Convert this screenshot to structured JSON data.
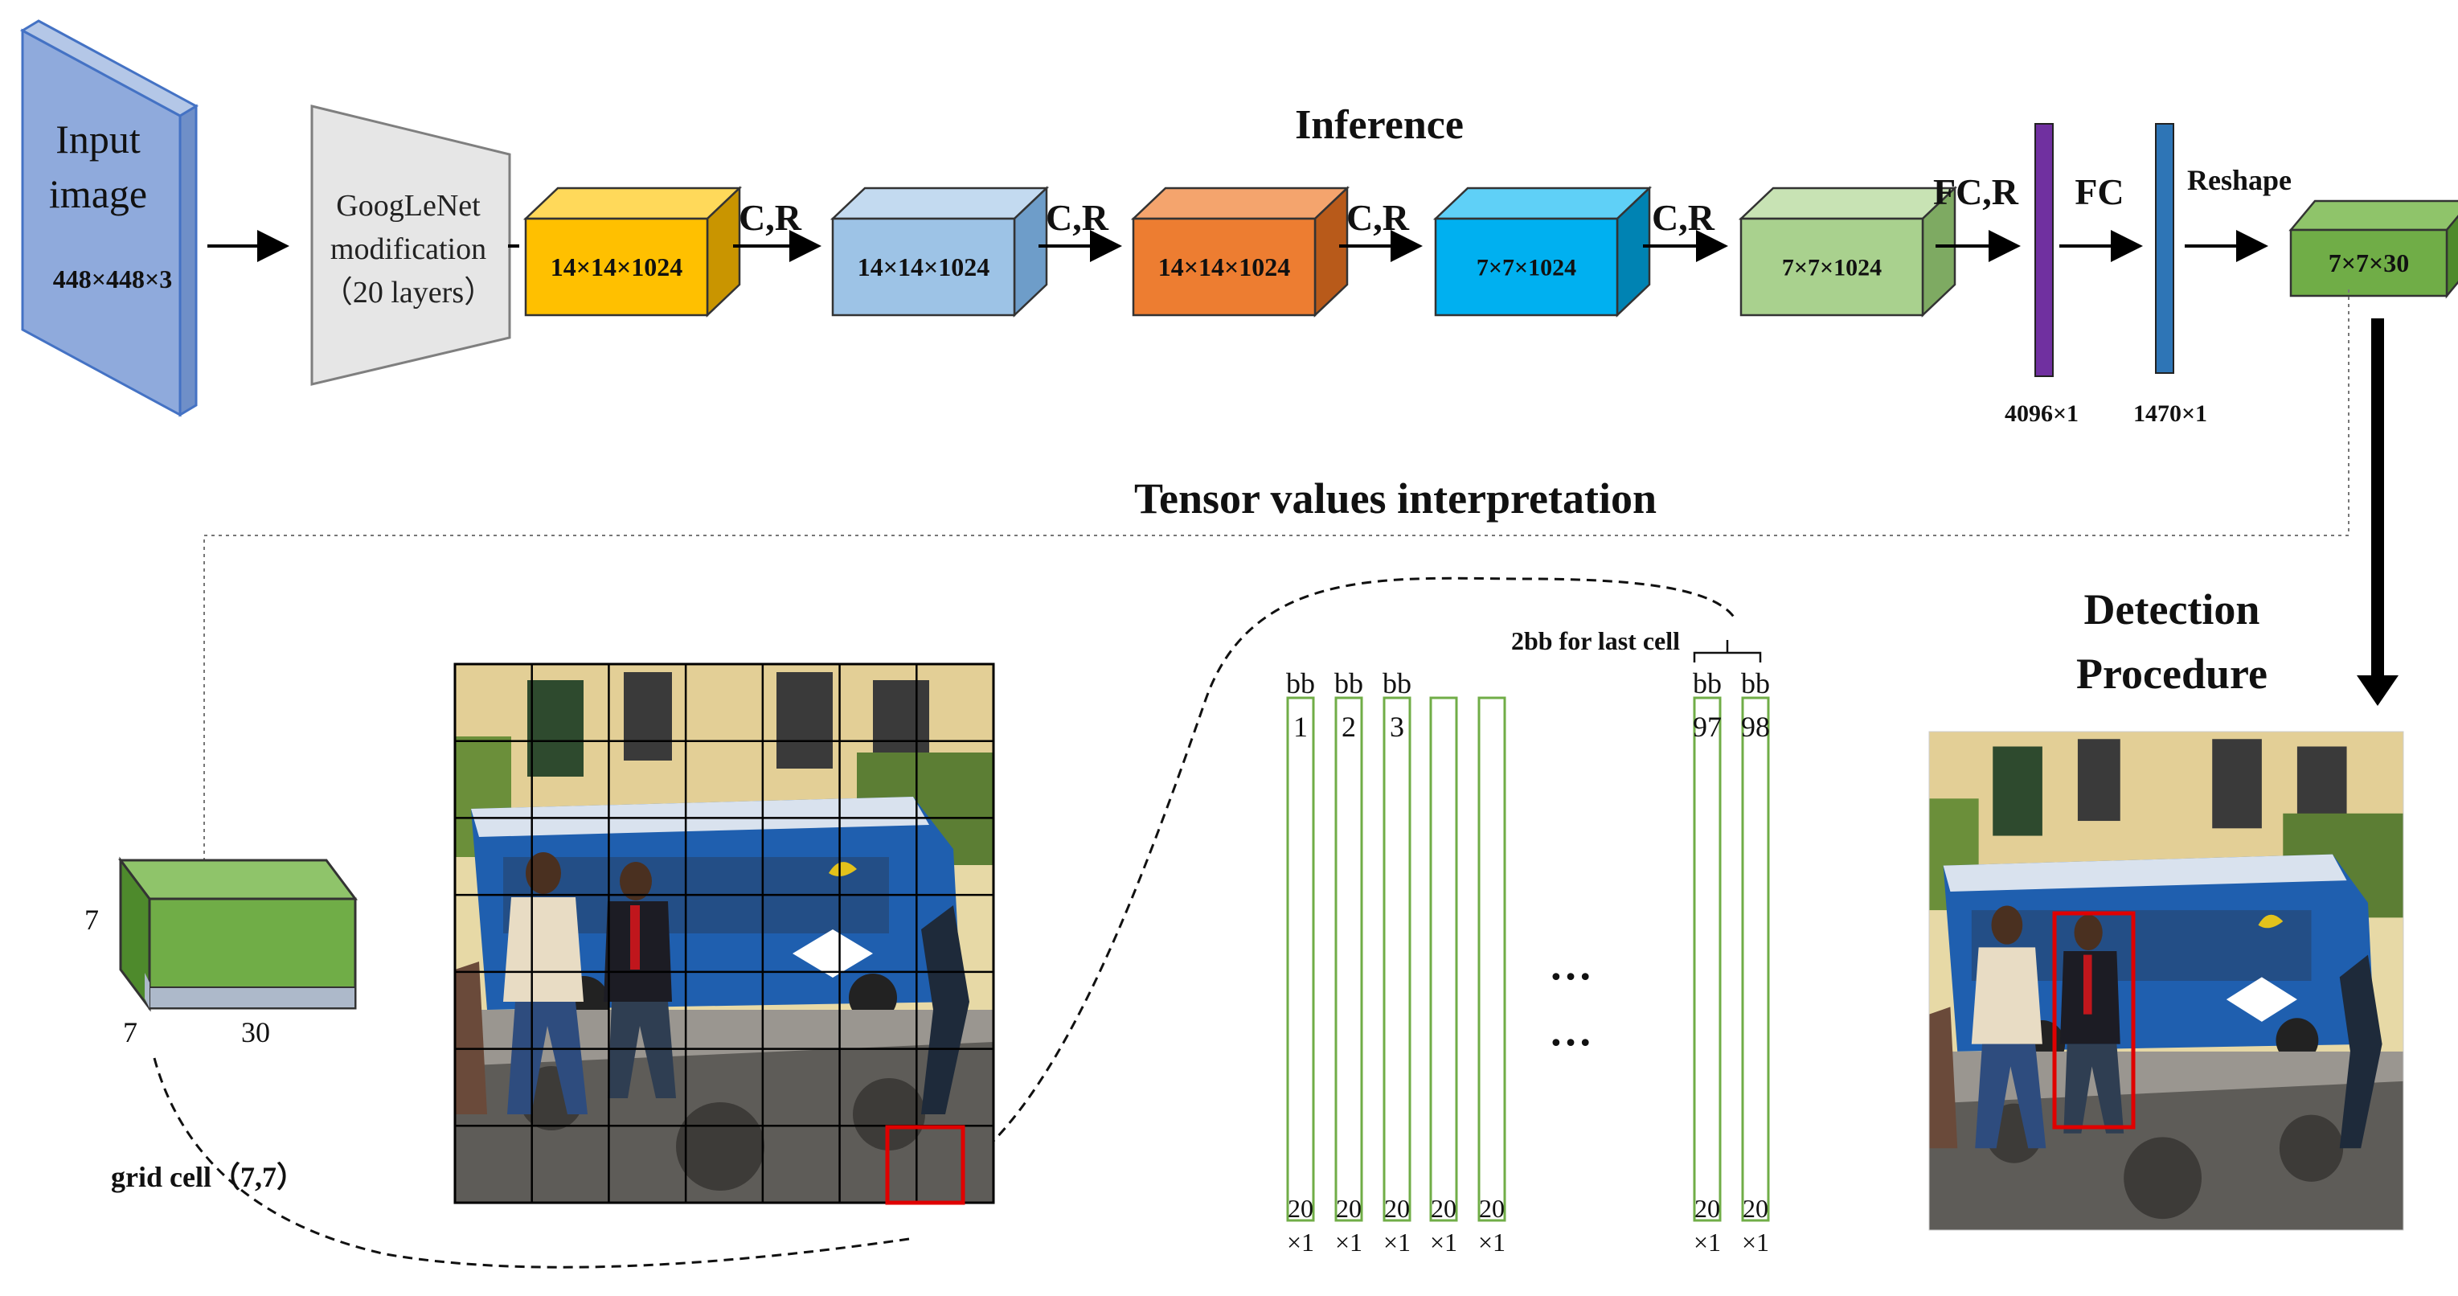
{
  "input": {
    "title_line1": "Input",
    "title_line2": "image",
    "size": "448×448×3"
  },
  "googlenet": {
    "line1": "GoogLeNet",
    "line2": "modification",
    "line3": "（20 layers）"
  },
  "inference_title": "Inference",
  "blocks": [
    {
      "label": "14×14×1024",
      "front": "#FFC000",
      "top": "#FFD95A",
      "side": "#C99500"
    },
    {
      "label": "14×14×1024",
      "front": "#9DC3E6",
      "top": "#C3DAF0",
      "side": "#6E9DC9"
    },
    {
      "label": "14×14×1024",
      "front": "#ED7D31",
      "top": "#F4A46D",
      "side": "#B85A1A"
    },
    {
      "label": "7×7×1024",
      "front": "#00B0F0",
      "top": "#5FD0F7",
      "side": "#0083B3"
    },
    {
      "label": "7×7×1024",
      "front": "#A9D18E",
      "top": "#C8E3B4",
      "side": "#7EAA62"
    }
  ],
  "ops": [
    "C,R",
    "C,R",
    "C,R",
    "C,R",
    "FC,R",
    "FC",
    "Reshape"
  ],
  "fc": [
    {
      "label": "4096×1",
      "color": "#7030A0"
    },
    {
      "label": "1470×1",
      "color": "#2E75B6"
    }
  ],
  "output_block": {
    "label": "7×7×30",
    "front": "#70AD47",
    "top": "#8FC46A",
    "side": "#4E8A2C"
  },
  "tensor_title": "Tensor values interpretation",
  "detection_title_line1": "Detection",
  "detection_title_line2": "Procedure",
  "tensor_block": {
    "dim_7_left": "7",
    "dim_7_bottom": "7",
    "dim_30": "30"
  },
  "grid_cell_label": "grid cell（7,7）",
  "bb_vectors": {
    "caption": "2bb for last cell",
    "bb_label": "bb",
    "indices": [
      "1",
      "2",
      "3",
      "",
      "",
      "97",
      "98"
    ],
    "bottom_value": "20",
    "bottom_unit": "×1",
    "ellipsis": "…"
  },
  "colors": {
    "vector_green": "#70AD47",
    "detection_red": "#E00000"
  }
}
